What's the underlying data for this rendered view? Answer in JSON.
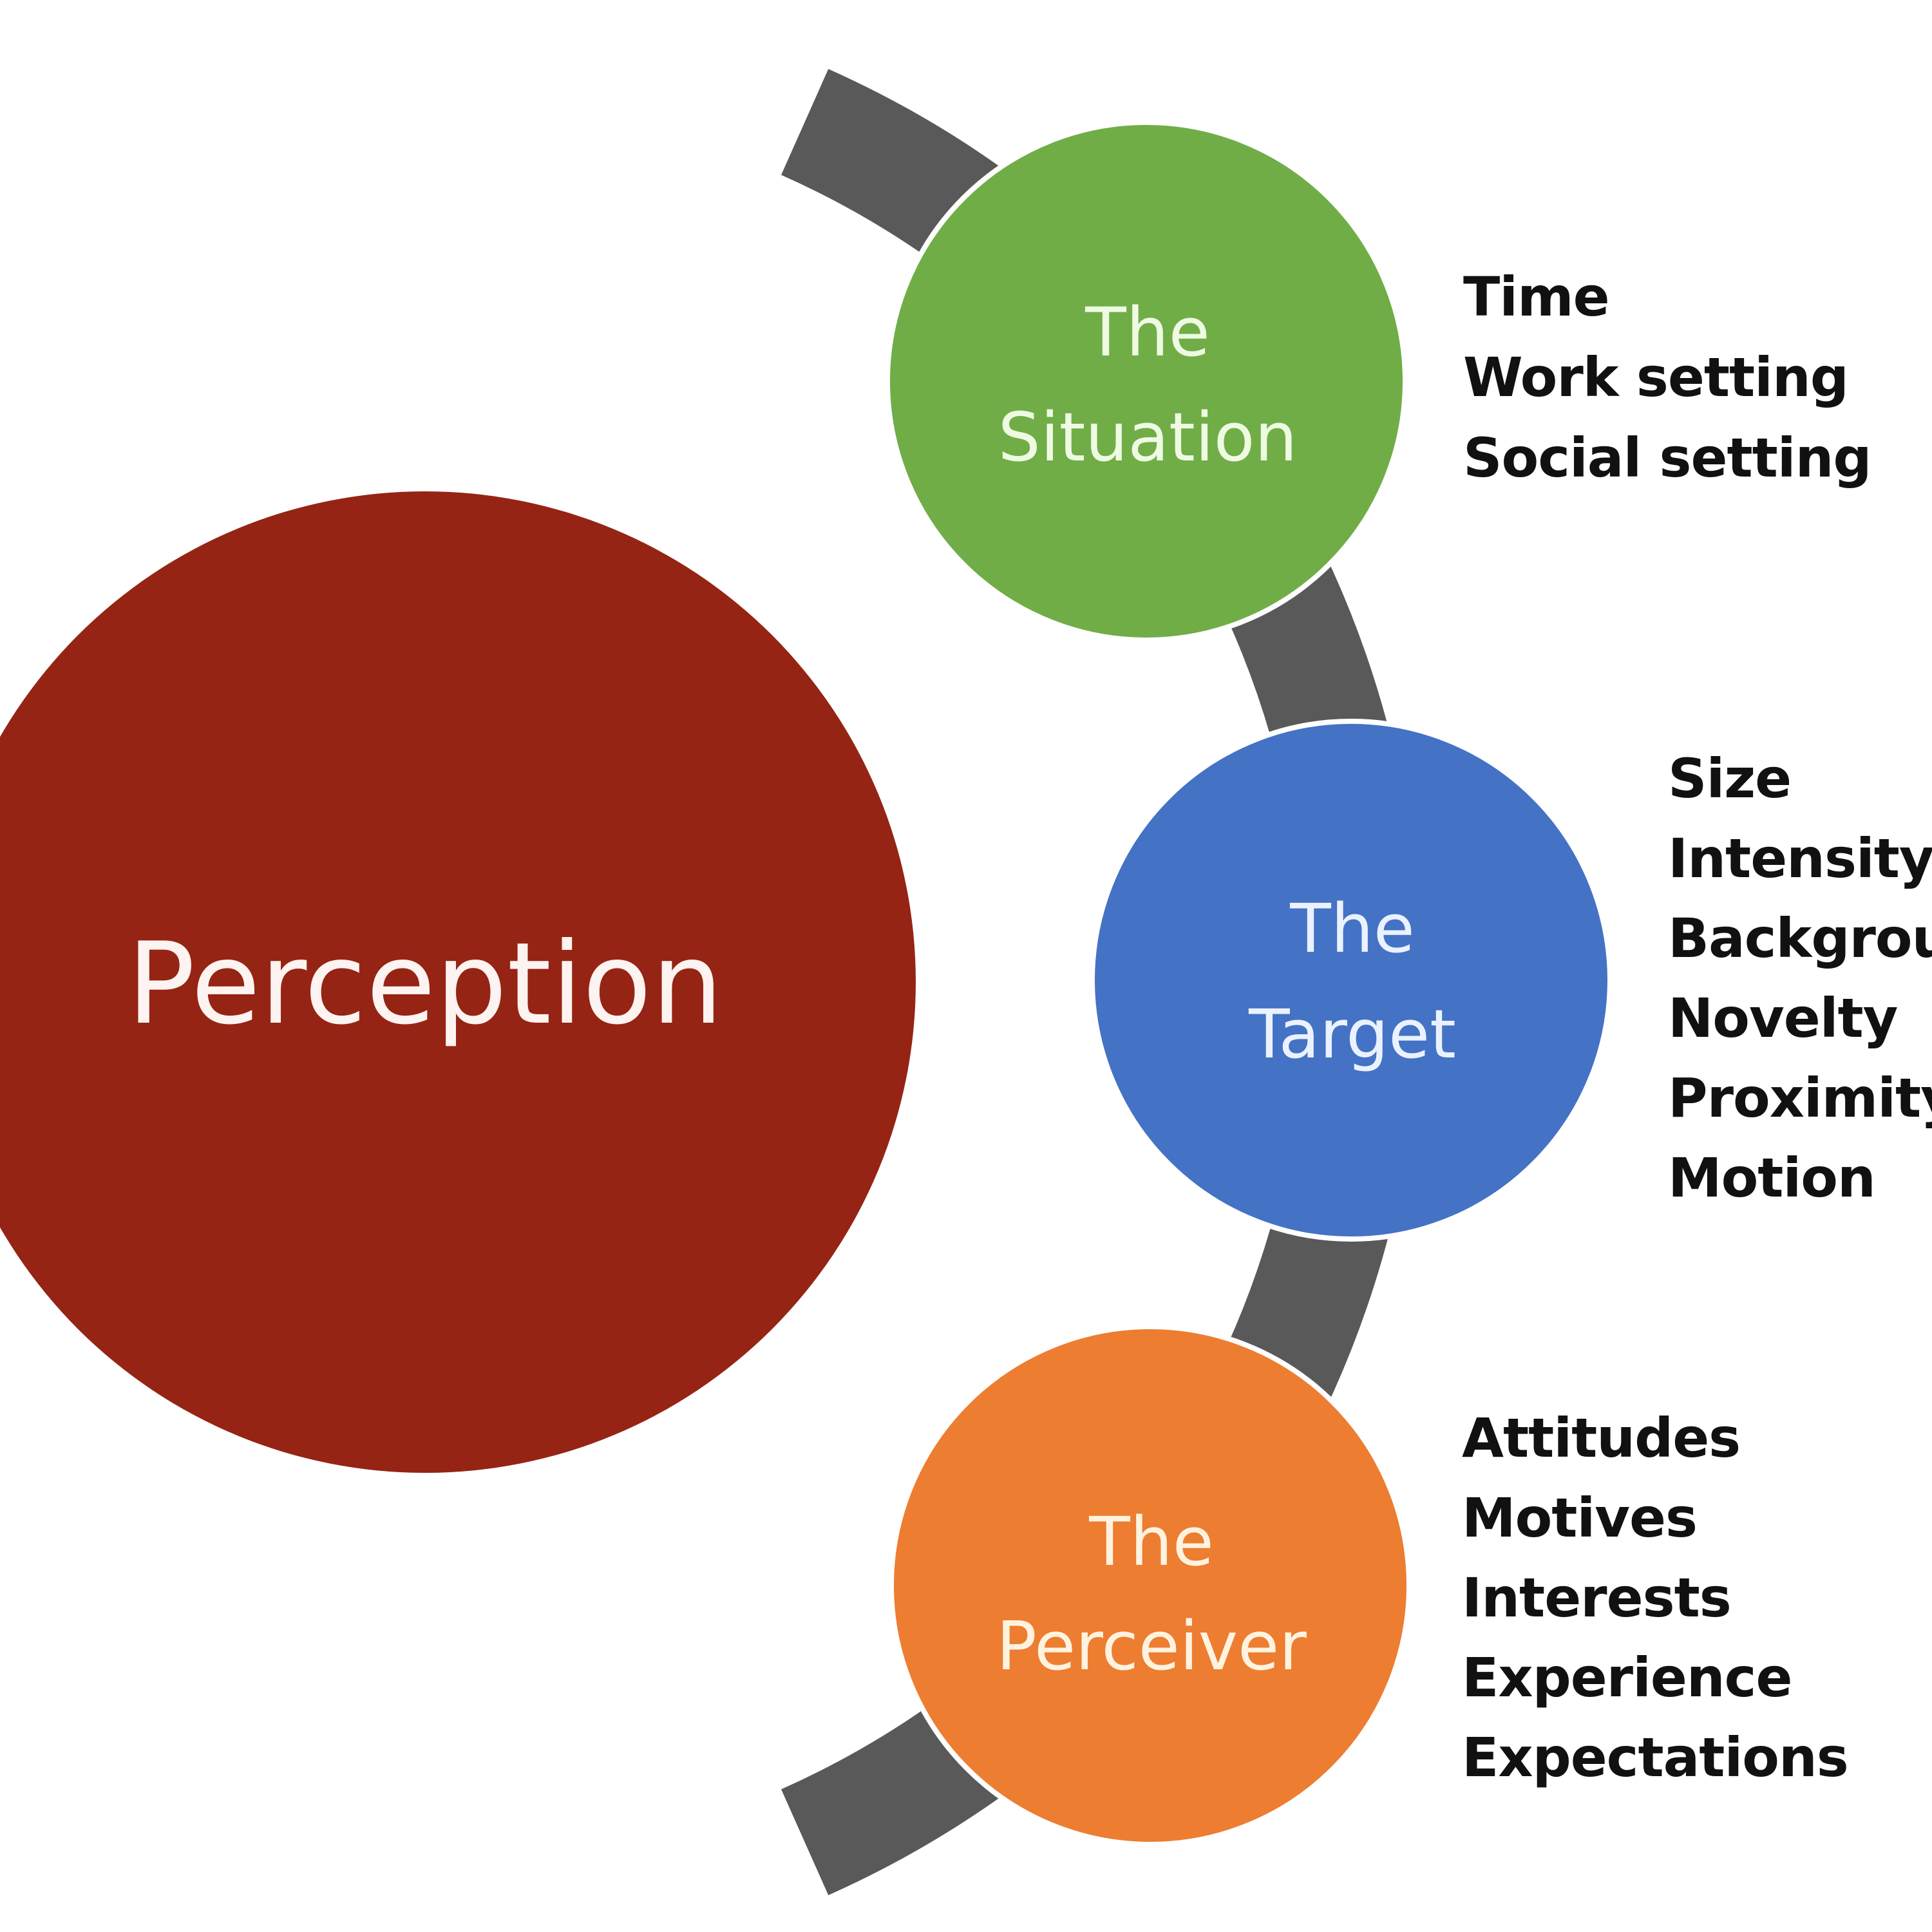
{
  "diagram": {
    "title": "Perception",
    "colors": {
      "main": "#952414",
      "arc": "#595959",
      "outline": "#ffffff",
      "factor_text": "#111111"
    },
    "nodes": [
      {
        "id": "situation",
        "line1": "The",
        "line2": "Situation",
        "color": "#70AD47",
        "text_color": "#EEFBE2",
        "factors": [
          "Time",
          "Work setting",
          "Social setting"
        ]
      },
      {
        "id": "target",
        "line1": "The",
        "line2": "Target",
        "color": "#4472C4",
        "text_color": "#EAF2FF",
        "factors": [
          "Size",
          "Intensity",
          "Background",
          "Novelty",
          "Proximity",
          "Motion"
        ]
      },
      {
        "id": "perceiver",
        "line1": "The",
        "line2": "Perceiver",
        "color": "#ED7D31",
        "text_color": "#FFF3DF",
        "factors": [
          "Attitudes",
          "Motives",
          "Interests",
          "Experience",
          "Expectations"
        ]
      }
    ]
  }
}
